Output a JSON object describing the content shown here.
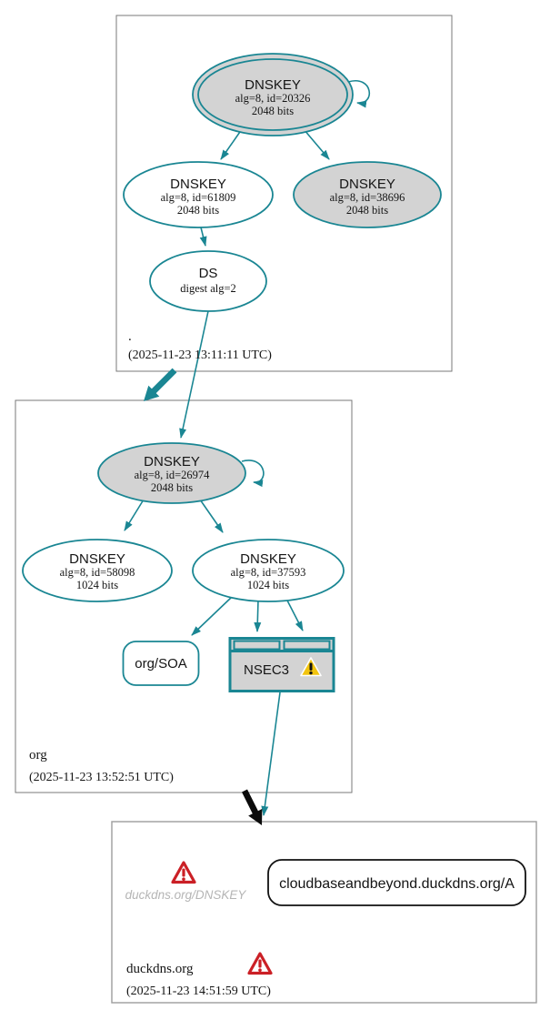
{
  "zones": {
    "root": {
      "label": ".",
      "timestamp": "(2025-11-23 13:11:11 UTC)"
    },
    "org": {
      "label": "org",
      "timestamp": "(2025-11-23 13:52:51 UTC)"
    },
    "duckdns": {
      "label": "duckdns.org",
      "timestamp": "(2025-11-23 14:51:59 UTC)"
    }
  },
  "nodes": {
    "root_ksk": {
      "title": "DNSKEY",
      "alg": "alg=8, id=20326",
      "bits": "2048 bits"
    },
    "root_zsk": {
      "title": "DNSKEY",
      "alg": "alg=8, id=61809",
      "bits": "2048 bits"
    },
    "root_key_38696": {
      "title": "DNSKEY",
      "alg": "alg=8, id=38696",
      "bits": "2048 bits"
    },
    "root_ds": {
      "title": "DS",
      "detail": "digest alg=2"
    },
    "org_ksk": {
      "title": "DNSKEY",
      "alg": "alg=8, id=26974",
      "bits": "2048 bits"
    },
    "org_key_58098": {
      "title": "DNSKEY",
      "alg": "alg=8, id=58098",
      "bits": "1024 bits"
    },
    "org_key_37593": {
      "title": "DNSKEY",
      "alg": "alg=8, id=37593",
      "bits": "1024 bits"
    },
    "org_soa": {
      "label": "org/SOA"
    },
    "org_nsec3": {
      "label": "NSEC3"
    },
    "duckdns_dnskey": {
      "label": "duckdns.org/DNSKEY"
    },
    "duckdns_a": {
      "label": "cloudbaseandbeyond.duckdns.org/A"
    }
  },
  "icons": {
    "nsec3_warning": "warning-triangle-yellow",
    "dnskey_error": "error-triangle-red",
    "zone_error": "error-triangle-red"
  },
  "colors": {
    "secure_teal": "#1a8693",
    "node_fill": "#d3d3d3",
    "cluster_border": "#787878",
    "cluster_border_light": "#9d9d9d",
    "warning_yellow": "#f2c40e",
    "error_red": "#cb2026",
    "muted_text": "#b5b5b5",
    "insecure_black": "#0b0b0b"
  }
}
